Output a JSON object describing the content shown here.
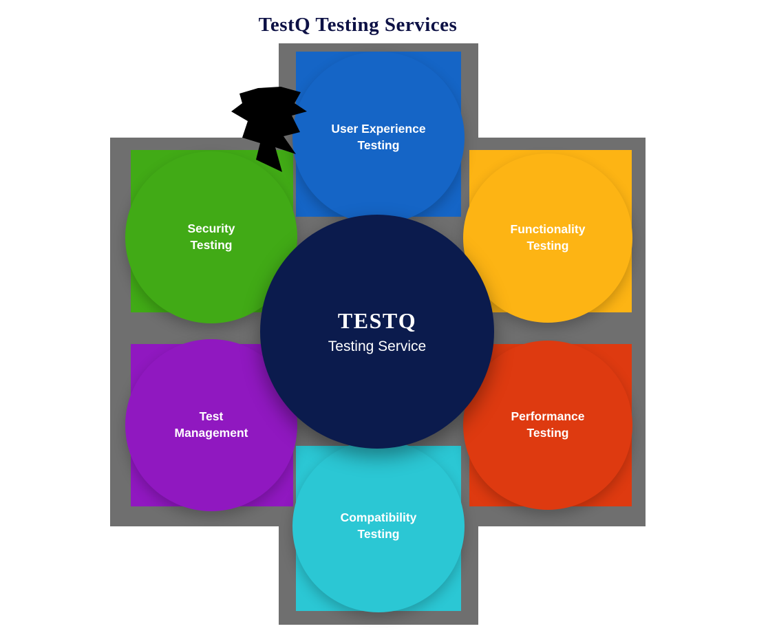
{
  "title": "TestQ Testing Services",
  "center": {
    "name": "TESTQ",
    "subtitle": "Testing Service",
    "color": "#0b1b4d"
  },
  "nodes": [
    {
      "id": "user-experience-testing",
      "label": "User Experience\nTesting",
      "color": "#1565c6"
    },
    {
      "id": "security-testing",
      "label": "Security\nTesting",
      "color": "#41aa16"
    },
    {
      "id": "functionality-testing",
      "label": "Functionality\nTesting",
      "color": "#fdb414"
    },
    {
      "id": "test-management",
      "label": "Test\nManagement",
      "color": "#9018c0"
    },
    {
      "id": "performance-testing",
      "label": "Performance\nTesting",
      "color": "#de3a10"
    },
    {
      "id": "compatibility-testing",
      "label": "Compatibility\nTesting",
      "color": "#2bc7d4"
    }
  ],
  "colors": {
    "cross": "#6f6f6f",
    "title_text": "#0d1145",
    "label_text": "#ffffff",
    "blot": "#000000",
    "background": "#ffffff"
  }
}
